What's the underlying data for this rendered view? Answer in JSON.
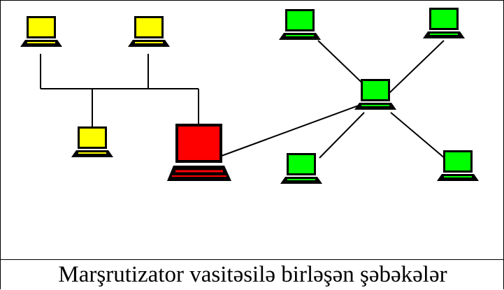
{
  "caption": "Marşrutizator vasitəsilə birləşən şəbəkələr",
  "colors": {
    "yellow_network": "#ffff00",
    "green_network": "#00ff00",
    "router": "#ff0000",
    "lines": "#000000"
  },
  "icons": {
    "computer": "laptop-computer-icon",
    "router": "router-computer-icon"
  },
  "networks": [
    {
      "name": "yellow-bus-network",
      "topology": "bus",
      "nodes": 3
    },
    {
      "name": "green-star-network",
      "topology": "star",
      "nodes": 5
    }
  ]
}
